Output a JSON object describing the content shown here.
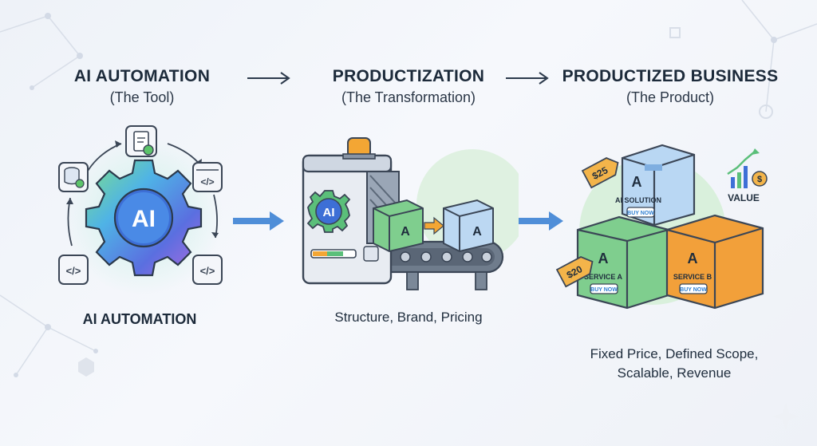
{
  "stages": [
    {
      "title": "AI AUTOMATION",
      "subtitle": "(The Tool)"
    },
    {
      "title": "PRODUCTIZATION",
      "subtitle": "(The Transformation)"
    },
    {
      "title": "PRODUCTIZED BUSINESS",
      "subtitle": "(The Product)"
    }
  ],
  "gear_label": "AI",
  "automation_caption": "AI AUTOMATION",
  "machine": {
    "gear_label": "AI",
    "caption": "Structure, Brand, Pricing"
  },
  "products": {
    "top": {
      "name": "AI SOLUTION",
      "button": "BUY NOW",
      "price": "$25"
    },
    "left": {
      "name": "SERVICE A",
      "button": "BUY NOW",
      "price": "$20"
    },
    "right": {
      "name": "SERVICE B",
      "button": "BUY NOW"
    },
    "value_label": "VALUE",
    "value_symbol": "$"
  },
  "benefits": {
    "line1": "Fixed Price, Defined Scope,",
    "line2": "Scalable, Revenue"
  },
  "colors": {
    "blue": "#2f7fd1",
    "green": "#6cc97a",
    "orange": "#f2a03a",
    "outline": "#3b4656"
  }
}
